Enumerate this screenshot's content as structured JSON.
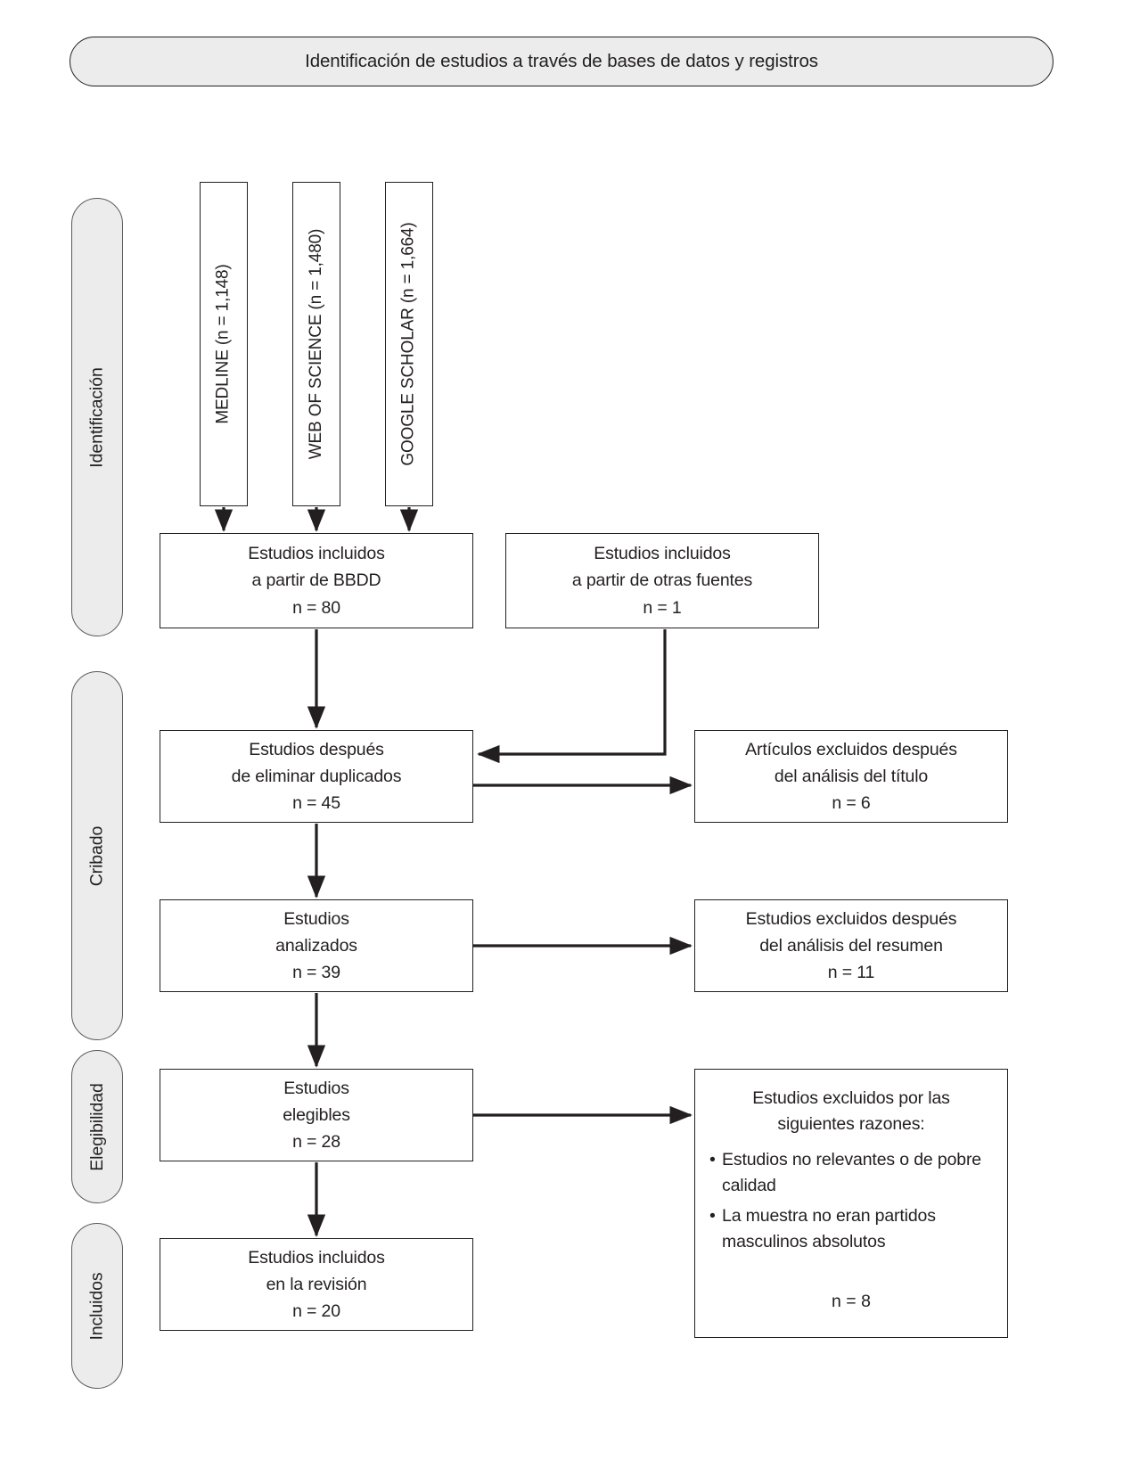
{
  "header": {
    "title": "Identificación de estudios a través de bases de datos y registros"
  },
  "stages": [
    {
      "label": "Identificación"
    },
    {
      "label": "Cribado"
    },
    {
      "label": "Elegibilidad"
    },
    {
      "label": "Incluidos"
    }
  ],
  "sources": [
    {
      "label": "MEDLINE (n = 1,148)",
      "name": "MEDLINE",
      "n": "1,148"
    },
    {
      "label": "WEB OF SCIENCE (n = 1,480)",
      "name": "WEB OF SCIENCE",
      "n": "1,480"
    },
    {
      "label": "GOOGLE SCHOLAR (n = 1,664)",
      "name": "GOOGLE SCHOLAR",
      "n": "1,664"
    }
  ],
  "boxes": {
    "included_db": {
      "line1": "Estudios incluidos",
      "line2": "a partir de BBDD",
      "line3": "n = 80"
    },
    "included_other": {
      "line1": "Estudios incluidos",
      "line2": "a partir de otras fuentes",
      "line3": "n = 1"
    },
    "after_duplicates": {
      "line1": "Estudios después",
      "line2": "de eliminar duplicados",
      "line3": "n = 45"
    },
    "excluded_title": {
      "line1": "Artículos excluidos después",
      "line2": "del análisis del título",
      "line3": "n = 6"
    },
    "analyzed": {
      "line1": "Estudios",
      "line2": "analizados",
      "line3": "n = 39"
    },
    "excluded_abstract": {
      "line1": "Estudios excluidos después",
      "line2": "del análisis del resumen",
      "line3": "n = 11"
    },
    "eligible": {
      "line1": "Estudios",
      "line2": "elegibles",
      "line3": "n = 28"
    },
    "excluded_reasons": {
      "head1": "Estudios excluidos por las",
      "head2": "siguientes razones:",
      "reasons": [
        "Estudios no relevantes o de pobre calidad",
        "La muestra no eran partidos masculinos absolutos"
      ],
      "total": "n = 8"
    },
    "final_included": {
      "line1": "Estudios incluidos",
      "line2": "en la revisión",
      "line3": "n = 20"
    }
  },
  "colors": {
    "stroke": "#231f20",
    "stage_fill": "#ececec",
    "stage_stroke": "#58595b",
    "page_bg": "#ffffff"
  }
}
